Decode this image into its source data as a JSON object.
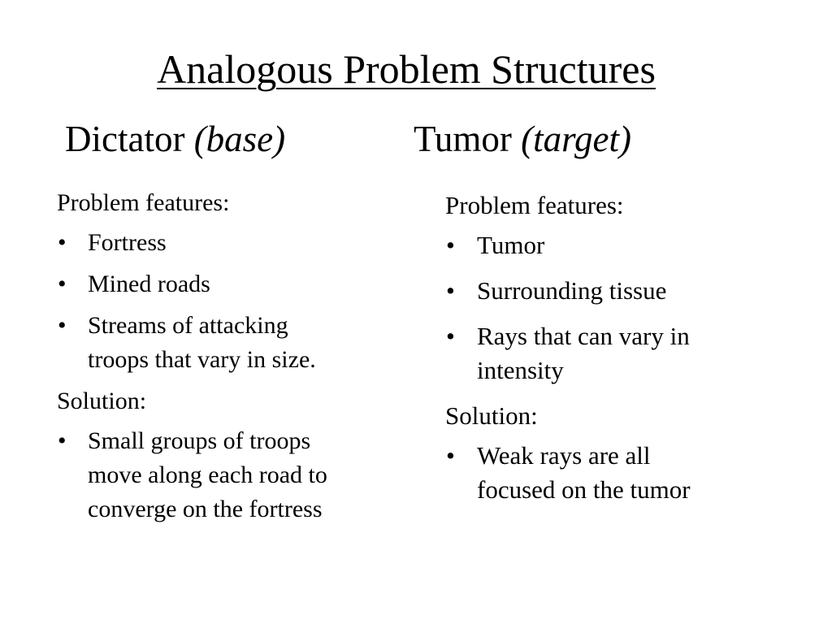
{
  "title": "Analogous Problem Structures",
  "columns": {
    "left": {
      "heading": "Dictator",
      "role": "(base)",
      "problem_label": "Problem features:",
      "problem_items": [
        [
          "Fortress"
        ],
        [
          "Mined roads"
        ],
        [
          "Streams of attacking",
          "troops that vary in size."
        ]
      ],
      "solution_label": "Solution:",
      "solution_items": [
        [
          "Small groups of troops",
          "move along each road to",
          "converge on the fortress"
        ]
      ]
    },
    "right": {
      "heading": "Tumor",
      "role": "(target)",
      "problem_label": "Problem features:",
      "problem_items": [
        [
          "Tumor"
        ],
        [
          "Surrounding tissue"
        ],
        [
          "Rays that can vary in",
          "intensity"
        ]
      ],
      "solution_label": "Solution:",
      "solution_items": [
        [
          "Weak rays are all",
          "focused on the tumor"
        ]
      ]
    }
  },
  "bullet_glyph": "•"
}
